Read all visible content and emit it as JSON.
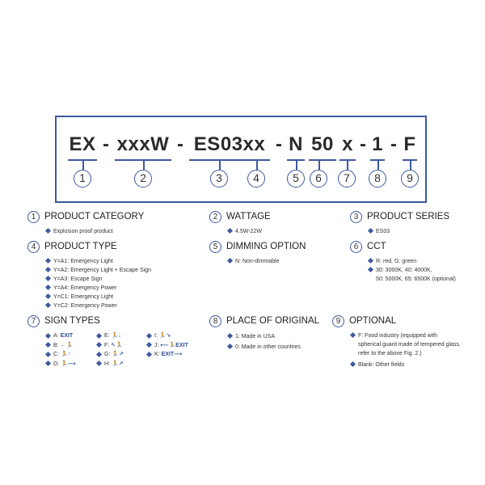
{
  "code": {
    "segments": [
      "EX",
      "xxxW",
      "ES03xx",
      "N",
      "50",
      "x",
      "1",
      "F"
    ],
    "separator": "-",
    "numbers": [
      "1",
      "2",
      "3",
      "4",
      "5",
      "6",
      "7",
      "8",
      "9"
    ]
  },
  "sections": {
    "product_category": {
      "num": "1",
      "title": "PRODUCT CATEGORY",
      "items": [
        "Explosion proof product"
      ]
    },
    "wattage": {
      "num": "2",
      "title": "WATTAGE",
      "items": [
        "4.5W-22W"
      ]
    },
    "product_series": {
      "num": "3",
      "title": "PRODUCT SERIES",
      "items": [
        "ES03"
      ]
    },
    "product_type": {
      "num": "4",
      "title": "PRODUCT TYPE",
      "items": [
        "Y=A1: Emergency Light",
        "Y=A2: Emergency Light + Escape Sign",
        "Y=A3: Escape Sign",
        "Y=A4: Emergency Power",
        "Y=C1: Emergency Light",
        "Y=C2: Emergency Power"
      ]
    },
    "dimming_option": {
      "num": "5",
      "title": "DIMMING OPTION",
      "items": [
        "N: Non-dimmable"
      ]
    },
    "cct": {
      "num": "6",
      "title": "CCT",
      "items": [
        "R: red, G: green",
        "30: 3000K, 40: 4000K,",
        "50: 5000K, 65: 6500K (optional)"
      ]
    },
    "sign_types": {
      "num": "7",
      "title": "SIGN TYPES",
      "col1": [
        {
          "key": "A:",
          "sym": "EXIT"
        },
        {
          "key": "B:",
          "sym": "←🏃"
        },
        {
          "key": "C:",
          "sym": "🏃↑"
        },
        {
          "key": "D:",
          "sym": "🏃⟶"
        }
      ],
      "col2": [
        {
          "key": "E:",
          "sym": "🏃↓"
        },
        {
          "key": "F:",
          "sym": "↖🏃"
        },
        {
          "key": "G:",
          "sym": "🏃↗"
        },
        {
          "key": "H:",
          "sym": "🏃↗"
        }
      ],
      "col3": [
        {
          "key": "I:",
          "sym": "🏃↘"
        },
        {
          "key": "J:",
          "sym": "⟵🏃EXIT"
        },
        {
          "key": "K:",
          "sym": "EXIT⟶"
        }
      ]
    },
    "place_of_original": {
      "num": "8",
      "title": "PLACE OF ORIGINAL",
      "items": [
        "1: Made in USA",
        "0: Made in other countries"
      ]
    },
    "optional": {
      "num": "9",
      "title": "OPTIONAL",
      "items": [
        "F: Food industry (equipped with",
        "spherical guard made of tempered glass,",
        "refer to the above Fig. 2.)",
        "Blank: Other fields"
      ]
    }
  },
  "colors": {
    "accent": "#3d5a9e",
    "text": "#222222"
  }
}
